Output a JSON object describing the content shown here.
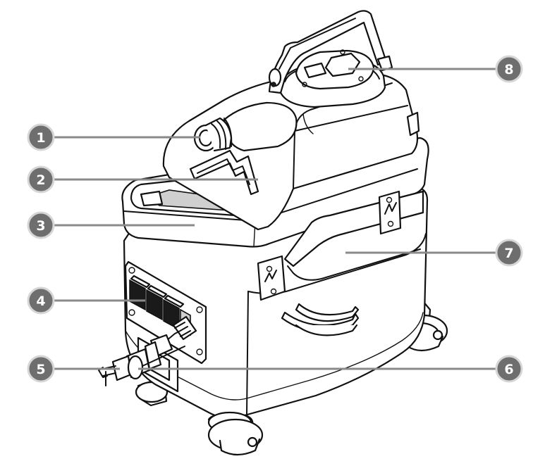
{
  "diagram": {
    "callouts": [
      {
        "number": "1",
        "part": "inlet-port"
      },
      {
        "number": "2",
        "part": "recovery-tank-lid"
      },
      {
        "number": "3",
        "part": "tank-handle-recess"
      },
      {
        "number": "4",
        "part": "switch-panel"
      },
      {
        "number": "5",
        "part": "power-cord-plug"
      },
      {
        "number": "6",
        "part": "pump-cord"
      },
      {
        "number": "7",
        "part": "side-panel"
      },
      {
        "number": "8",
        "part": "solution-tank-cap"
      }
    ]
  }
}
